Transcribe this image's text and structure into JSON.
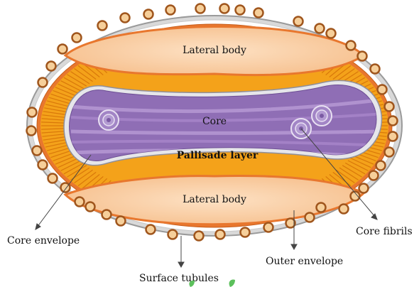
{
  "labels": {
    "lateral_body_top": "Lateral body",
    "lateral_body_bottom": "Lateral body",
    "core": "Core",
    "palisade_layer": "Pallisade layer",
    "core_envelope": "Core envelope",
    "core_fibrils": "Core fibrils",
    "outer_envelope": "Outer envelope",
    "surface_tubules": "Surface tubules"
  },
  "colors": {
    "outer_envelope_fill": "#d9d9d9",
    "outer_envelope_stroke": "#9a9a9a",
    "inner_rim": "#e8772e",
    "lateral_body": "#f9c89b",
    "palisade": "#f4a21a",
    "palisade_stroke": "#d9780a",
    "core_envelope": "#e6e6ea",
    "core": "#8f6eb5",
    "core_stripe": "#b89bd6",
    "tubule_fill": "#f6cf9a",
    "tubule_ring": "#a0561d",
    "accent_leaf": "#5cc05c"
  }
}
